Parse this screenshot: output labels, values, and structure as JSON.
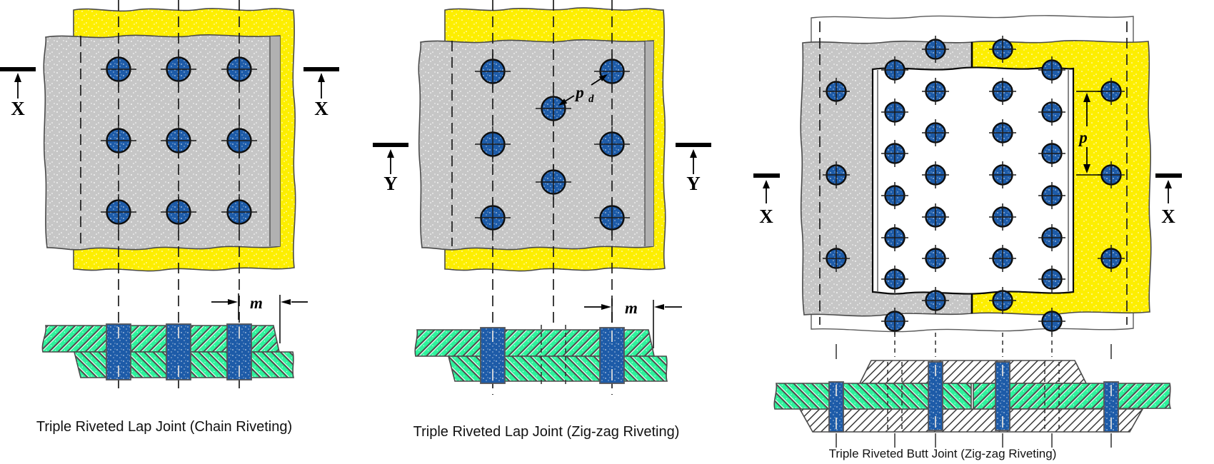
{
  "page": {
    "background": "#ffffff"
  },
  "colors": {
    "plate_gray": "#c6c6c6",
    "plate_gray_edge": "#b1b1b1",
    "plate_yellow": "#fdee00",
    "rivet_blue": "#1d5ba8",
    "plate_green": "#2ef39c",
    "hatch_dark": "#4d4d4d",
    "line": "#1a1a1a"
  },
  "diagrams": [
    {
      "name": "triple-riveted-lap-joint-chain",
      "caption": "Triple Riveted Lap Joint (Chain Riveting)",
      "section_label": "X",
      "margin_label": "m",
      "plan_rivets": {
        "r": 16.5,
        "tick": 25,
        "points": [
          [
            166,
            97
          ],
          [
            250,
            97
          ],
          [
            335,
            97
          ],
          [
            166,
            197
          ],
          [
            250,
            197
          ],
          [
            335,
            197
          ],
          [
            166,
            297
          ],
          [
            250,
            297
          ],
          [
            335,
            297
          ]
        ]
      },
      "section_rivets": {
        "w": 34,
        "bars": [
          [
            166,
            454,
            532
          ],
          [
            250,
            454,
            532
          ],
          [
            335,
            454,
            532
          ]
        ]
      }
    },
    {
      "name": "triple-riveted-lap-joint-zigzag",
      "caption": "Triple Riveted Lap Joint (Zig-zag Riveting)",
      "section_label": "Y",
      "margin_label": "m",
      "diagonal_pitch_label": "p",
      "diagonal_pitch_sub": "d",
      "plan_rivets": {
        "r": 16.5,
        "tick": 25,
        "points": [
          [
            690,
            100
          ],
          [
            857,
            100
          ],
          [
            775,
            152
          ],
          [
            690,
            202
          ],
          [
            857,
            202
          ],
          [
            775,
            255
          ],
          [
            690,
            305
          ],
          [
            857,
            305
          ]
        ]
      },
      "section_rivets": {
        "w": 34,
        "bars": [
          [
            690,
            459,
            537
          ],
          [
            857,
            459,
            537
          ]
        ]
      }
    },
    {
      "name": "triple-riveted-butt-joint-zigzag",
      "caption": "Triple Riveted Butt Joint (Zig-zag Riveting)",
      "section_label": "X",
      "pitch_label": "p",
      "plan_rivets": {
        "r": 13.5,
        "tick": 19,
        "points": [
          [
            1171,
            128
          ],
          [
            1171,
            245
          ],
          [
            1171,
            362
          ],
          [
            1253,
            98
          ],
          [
            1253,
            157
          ],
          [
            1253,
            215
          ],
          [
            1253,
            274
          ],
          [
            1253,
            333
          ],
          [
            1253,
            391
          ],
          [
            1253,
            450
          ],
          [
            1310,
            69
          ],
          [
            1310,
            128
          ],
          [
            1310,
            186
          ],
          [
            1310,
            245
          ],
          [
            1310,
            304
          ],
          [
            1310,
            362
          ],
          [
            1310,
            421
          ],
          [
            1404,
            69
          ],
          [
            1404,
            128
          ],
          [
            1404,
            186
          ],
          [
            1404,
            245
          ],
          [
            1404,
            304
          ],
          [
            1404,
            362
          ],
          [
            1404,
            421
          ],
          [
            1473,
            98
          ],
          [
            1473,
            157
          ],
          [
            1473,
            215
          ],
          [
            1473,
            274
          ],
          [
            1473,
            333
          ],
          [
            1473,
            391
          ],
          [
            1473,
            450
          ],
          [
            1556,
            128
          ],
          [
            1556,
            245
          ],
          [
            1556,
            362
          ]
        ]
      },
      "section_rivets": {
        "w": 20,
        "bars": [
          [
            1171,
            535,
            605
          ],
          [
            1310,
            507,
            603
          ],
          [
            1404,
            507,
            603
          ],
          [
            1556,
            535,
            605
          ]
        ]
      }
    }
  ]
}
